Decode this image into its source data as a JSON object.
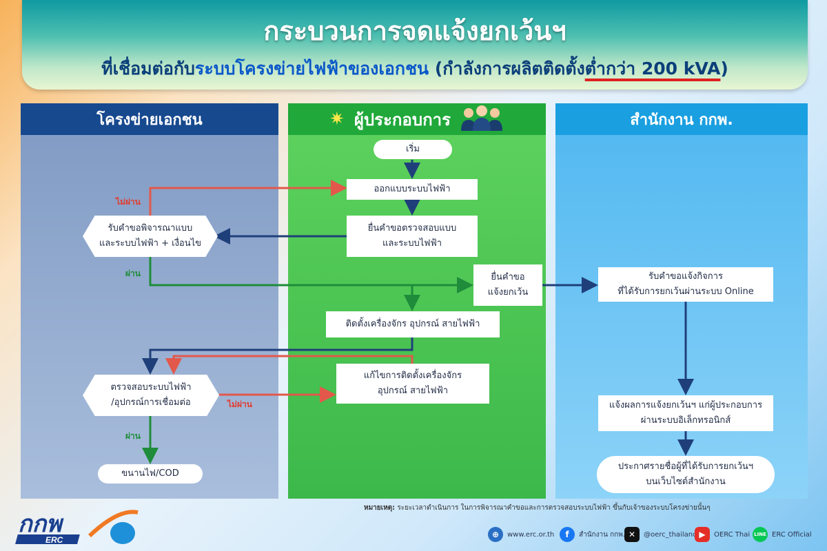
{
  "header": {
    "title": "กระบวนการจดแจ้งยกเว้นฯ",
    "subtitle_part1": "ที่เชื่อมต่อกับ",
    "subtitle_part2": "ระบบโครงข่ายไฟฟ้าของเอกชน",
    "subtitle_part3": " (กำลังการผลิตติดตั้ง",
    "subtitle_part4": "ต่ำกว่า 200 kVA",
    "subtitle_part5": ")"
  },
  "lanes": {
    "left": "โครงข่ายเอกชน",
    "middle": "ผู้ประกอบการ",
    "right": "สำนักงาน กกพ."
  },
  "steps": {
    "start": "เริ่ม",
    "design": "ออกแบบระบบไฟฟ้า",
    "submit_check": "ยื่นคำขอตรวจสอบแบบ\nและระบบไฟฟ้า",
    "consider": "รับคำขอพิจารณาแบบ\nและระบบไฟฟ้า + เงื่อนไข",
    "submit_exempt": "ยื่นคำขอ\nแจ้งยกเว้น",
    "receive_online": "รับคำขอแจ้งกิจการ\nที่ได้รับการยกเว้นผ่านระบบ Online",
    "install": "ติดตั้งเครื่องจักร อุปกรณ์ สายไฟฟ้า",
    "fix_install": "แก้ไขการติดตั้งเครื่องจักร\nอุปกรณ์ สายไฟฟ้า",
    "inspect": "ตรวจสอบระบบไฟฟ้า\n/อุปกรณ์การเชื่อมต่อ",
    "cod": "ขนานไฟ/COD",
    "notify": "แจ้งผลการแจ้งยกเว้นฯ แก่ผู้ประกอบการ\nผ่านระบบอิเล็กทรอนิกส์",
    "announce": "ประกาศรายชื่อผู้ที่ได้รับการยกเว้นฯ\nบนเว็บไซต์สำนักงาน"
  },
  "labels": {
    "fail_1": "ไม่ผ่าน",
    "pass_1": "ผ่าน",
    "fail_2": "ไม่ผ่าน",
    "pass_2": "ผ่าน"
  },
  "note": {
    "label": "หมายเหตุ:",
    "text": " ระยะเวลาดำเนินการ ในการพิจารณาคำขอและการตรวจสอบระบบไฟฟ้า ขึ้นกับเจ้าของระบบโครงข่ายนั้นๆ"
  },
  "logo": {
    "main": "กกพ",
    "sub": "ERC"
  },
  "social": {
    "web": "www.erc.or.th",
    "facebook": "สำนักงาน กกพ.",
    "x": "@oerc_thailand",
    "youtube": "OERC Thai",
    "line": "ERC Official",
    "line_icon": "LINE"
  },
  "colors": {
    "flow_blue": "#1f3f7a",
    "flow_red": "#e2584a",
    "flow_green": "#1e8c3a"
  }
}
